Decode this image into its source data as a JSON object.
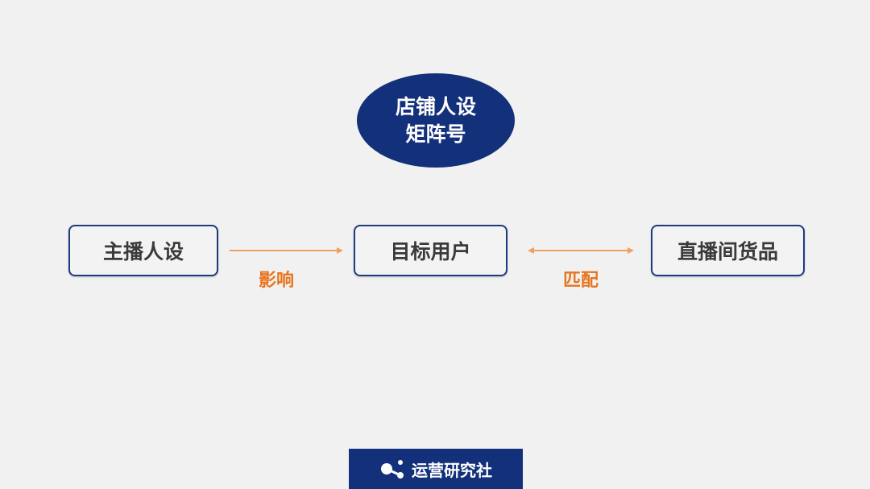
{
  "top": {
    "line1": "店铺人设",
    "line2": "矩阵号"
  },
  "boxes": {
    "left": "主播人设",
    "middle": "目标用户",
    "right": "直播间货品"
  },
  "arrows": {
    "left_label": "影响",
    "right_label": "匹配"
  },
  "footer": {
    "brand": "运营研究社"
  },
  "colors": {
    "navy": "#13307a",
    "orange": "#e8741e"
  }
}
